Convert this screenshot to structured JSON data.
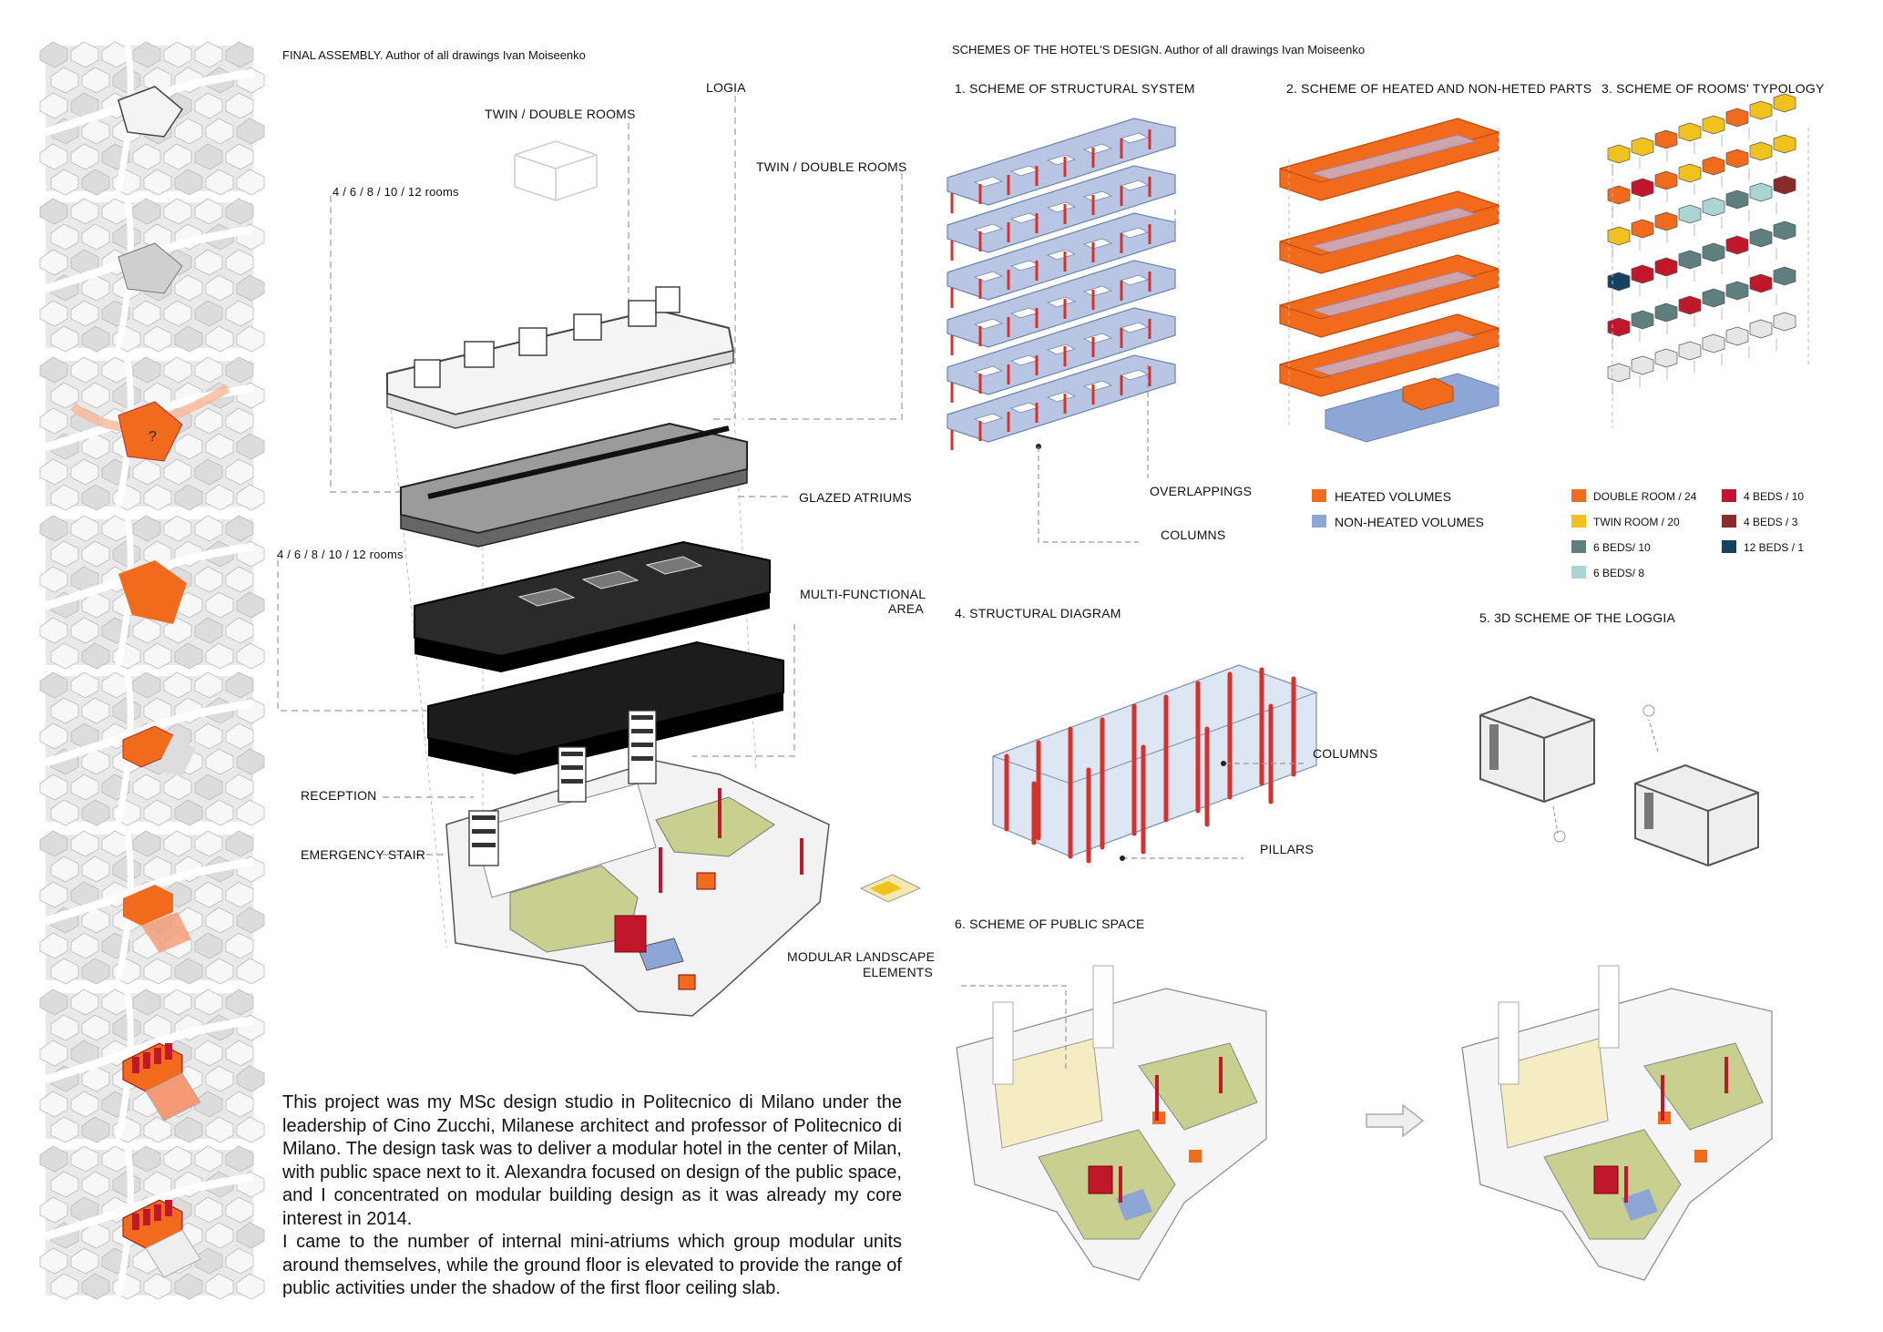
{
  "colors": {
    "orange": "#f26a1b",
    "blue": "#8ea6d6",
    "yellow": "#f0c21e",
    "red": "#c0182a",
    "teal": "#5f7f7e",
    "lightteal": "#a9d5d4",
    "brown": "#8a2b2b",
    "navy": "#17425f",
    "grass": "#c8cf8f",
    "column": "#d8312b"
  },
  "left_header": "FINAL ASSEMBLY. Author of all drawings Ivan Moiseenko",
  "right_header": "SCHEMES OF THE HOTEL'S DESIGN. Author of all drawings Ivan Moiseenko",
  "assembly_labels": {
    "logia": "LOGIA",
    "twin_double_1": "TWIN / DOUBLE ROOMS",
    "twin_double_2": "TWIN / DOUBLE ROOMS",
    "rooms_1": "4 / 6 / 8 / 10 / 12 rooms",
    "rooms_2": "4 / 6 / 8 / 10 / 12 rooms",
    "glazed": "GLAZED ATRIUMS",
    "multi_1": "MULTI-FUNCTIONAL",
    "multi_2": "AREA",
    "reception": "RECEPTION",
    "emergency": "EMERGENCY STAIR",
    "modular_1": "MODULAR LANDSCAPE",
    "modular_2": "ELEMENTS"
  },
  "schemes": {
    "s1": "1. SCHEME OF STRUCTURAL SYSTEM",
    "s2": "2. SCHEME OF HEATED AND NON-HETED PARTS",
    "s3": "3. SCHEME OF ROOMS' TYPOLOGY",
    "s4": "4. STRUCTURAL DIAGRAM",
    "s5": "5. 3D SCHEME OF THE LOGGIA",
    "s6": "6. SCHEME OF PUBLIC SPACE"
  },
  "s1_labels": {
    "overlappings": "OVERLAPPINGS",
    "columns": "COLUMNS"
  },
  "s4_labels": {
    "columns": "COLUMNS",
    "pillars": "PILLARS"
  },
  "legend_heated": [
    {
      "label": "HEATED VOLUMES",
      "color": "#f26a1b"
    },
    {
      "label": "NON-HEATED VOLUMES",
      "color": "#8ea6d6"
    }
  ],
  "legend_rooms": [
    {
      "label": "DOUBLE ROOM / 24",
      "color": "#f26a1b"
    },
    {
      "label": "4 BEDS / 10",
      "color": "#c0182a"
    },
    {
      "label": "TWIN ROOM / 20",
      "color": "#f0c21e"
    },
    {
      "label": "4 BEDS / 3",
      "color": "#8a2b2b"
    },
    {
      "label": "6 BEDS/ 10",
      "color": "#5f7f7e"
    },
    {
      "label": "12 BEDS / 1",
      "color": "#17425f"
    },
    {
      "label": "6 BEDS/ 8",
      "color": "#a9d5d4"
    }
  ],
  "map_marker": "?",
  "description": [
    "This project was my MSc design studio in Politecnico di Milano under the leadership of Cino Zucchi, Milanese architect and professor of Politecnico di Milano. The design task was to deliver a modular hotel in the center of Milan, with public space next to it. Alexandra focused on design of the public space, and I concentrated on modular building design as it was already my core interest in 2014.",
    "I came to the number of internal mini-atriums which group modular units around themselves, while the ground floor is elevated to provide the range of public activities under the shadow of the first floor ceiling slab."
  ]
}
